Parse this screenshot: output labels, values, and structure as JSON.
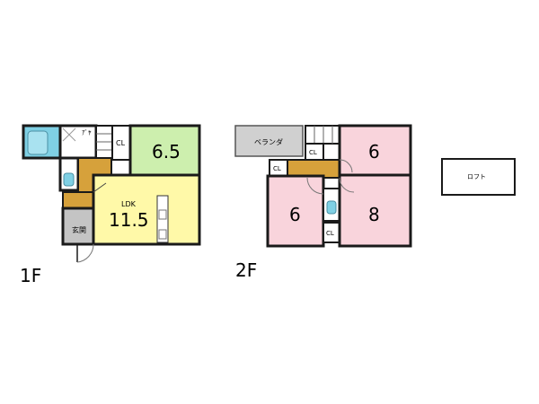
{
  "floor1": {
    "label": "1F",
    "rooms": {
      "ldk_label": "LDK",
      "ldk_size": "11.5",
      "tatami_size": "6.5",
      "closet": "CL",
      "entrance": "玄関",
      "washroom": "ｱﾞﾔ"
    }
  },
  "floor2": {
    "label": "2F",
    "rooms": {
      "veranda": "ベランダ",
      "room_ne_size": "6",
      "room_sw_size": "6",
      "room_se_size": "8",
      "closet_sw": "CL",
      "closet_center": "CL",
      "closet_bottom": "CL"
    }
  },
  "loft": {
    "label": "ロフト"
  },
  "colors": {
    "ldk": "#FFF9A8",
    "tatami": "#CDEFAE",
    "bedroom": "#F9D4DC",
    "hall": "#D6A13B",
    "entrance_floor": "#C4C4C4",
    "bath": "#7FD0E4",
    "balcony": "#D0D0D0",
    "wall": "#1a1a1a"
  }
}
